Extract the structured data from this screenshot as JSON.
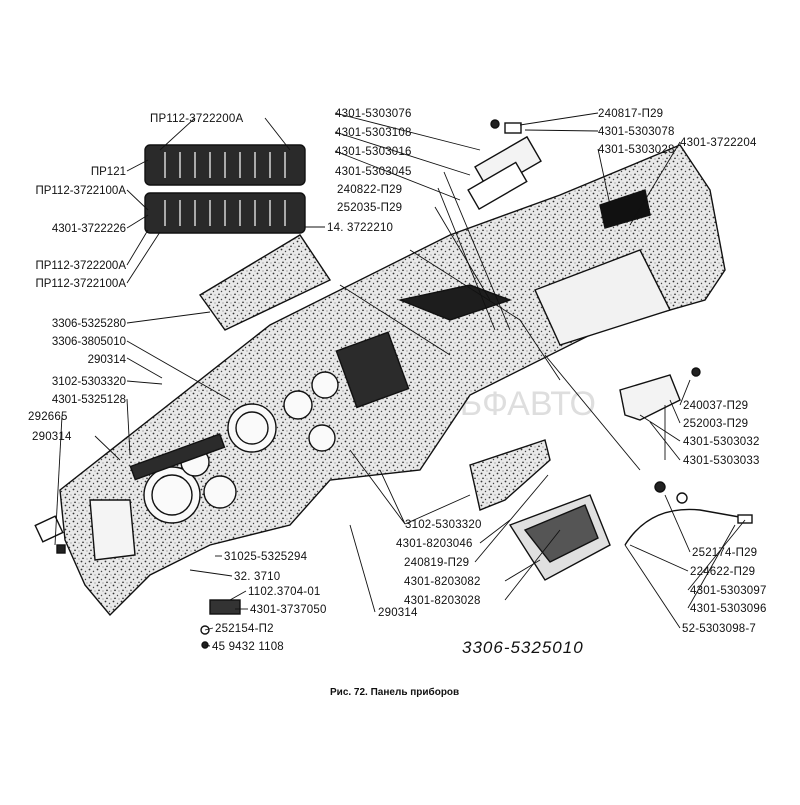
{
  "figure": {
    "assembly_number": "3306-5325010",
    "caption": "Рис. 72. Панель приборов"
  },
  "watermark": "АЛЬФАВТО",
  "labels_left": [
    "ПР112-3722200А",
    "ПР121",
    "ПР112-3722100А",
    "4301-3722226",
    "ПР112-3722200А",
    "ПР112-3722100А",
    "3306-5325280",
    "3306-3805010",
    "290314",
    "3102-5303320",
    "4301-5325128",
    "292665",
    "290314"
  ],
  "labels_top": [
    "4301-5303076",
    "4301-5303108",
    "4301-5303016",
    "4301-5303045",
    "240822-П29",
    "252035-П29",
    "14. 3722210"
  ],
  "labels_top_right": [
    "240817-П29",
    "4301-5303078",
    "4301-5303028",
    "4301-3722204"
  ],
  "labels_right": [
    "240037-П29",
    "252003-П29",
    "4301-5303032",
    "4301-5303033"
  ],
  "labels_bottom_center": [
    "3102-5303320",
    "4301-8203046",
    "240819-П29",
    "4301-8203082",
    "4301-8203028"
  ],
  "labels_bottom_left": [
    "31025-5325294",
    "32. 3710",
    "1102.3704-01",
    "4301-3737050",
    "252154-П2",
    "45 9432 1108",
    "290314"
  ],
  "labels_bottom_right": [
    "252174-П29",
    "224622-П29",
    "4301-5303097",
    "4301-5303096",
    "52-5303098-7"
  ]
}
